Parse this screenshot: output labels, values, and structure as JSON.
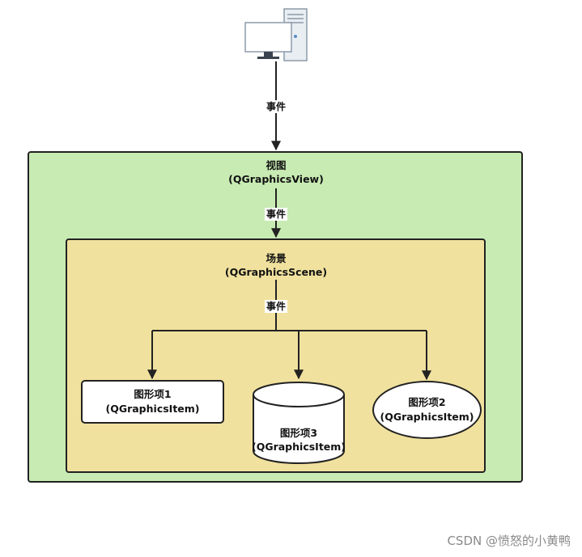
{
  "top_event_label": "事件",
  "view": {
    "title": "视图",
    "subtitle": "(QGraphicsView)",
    "event_label": "事件"
  },
  "scene": {
    "title": "场景",
    "subtitle": "(QGraphicsScene)",
    "event_label": "事件"
  },
  "items": [
    {
      "name": "图形项1",
      "class": "(QGraphicsItem)",
      "shape": "rectangle"
    },
    {
      "name": "图形项3",
      "class": "(QGraphicsItem)",
      "shape": "cylinder"
    },
    {
      "name": "图形项2",
      "class": "(QGraphicsItem)",
      "shape": "ellipse"
    }
  ],
  "colors": {
    "view_fill": "#c8ebb3",
    "scene_fill": "#f0e19e",
    "stroke": "#222222"
  },
  "watermark": "CSDN @愤怒的小黄鸭"
}
